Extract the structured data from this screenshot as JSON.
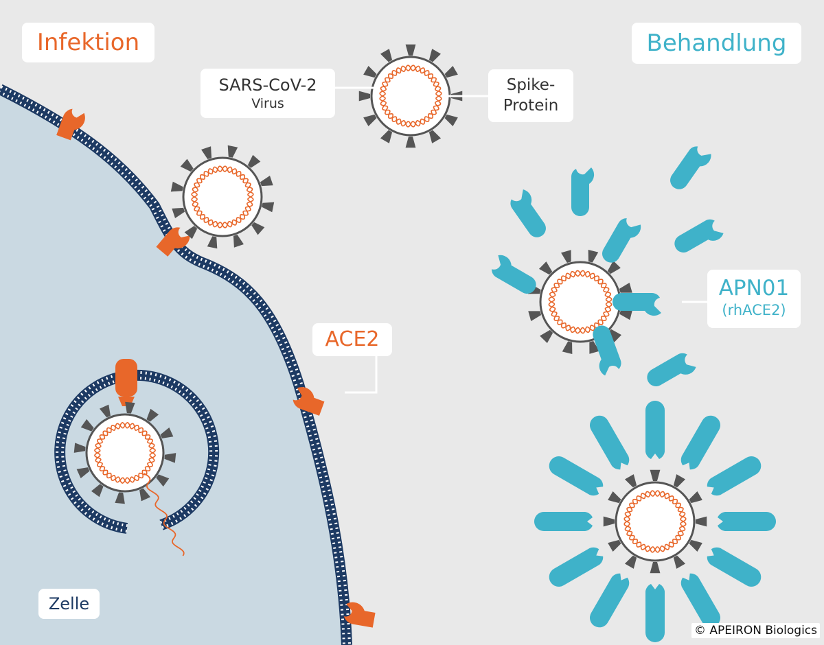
{
  "labels": {
    "infektion": "Infektion",
    "behandlung": "Behandlung",
    "sars_line1": "SARS-CoV-2",
    "sars_line2": "Virus",
    "spike_line1": "Spike-",
    "spike_line2": "Protein",
    "ace2": "ACE2",
    "apn_line1": "APN01",
    "apn_line2": "(rhACE2)",
    "zelle": "Zelle",
    "copyright": "© APEIRON Biologics"
  },
  "colors": {
    "background": "#e9e9e9",
    "cell_fill": "#cad9e2",
    "membrane_dark": "#1d3a63",
    "membrane_light": "#ffffff",
    "ace2_orange": "#e8672a",
    "rhace2_teal": "#3fb2c9",
    "spike_gray": "#555555",
    "rna_orange": "#e8672a",
    "label_bg": "#ffffff"
  },
  "icons": {
    "virus": "virus-icon",
    "ace2_receptor": "ace2-receptor-icon",
    "rhace2_molecule": "rhace2-icon",
    "rna": "rna-strand-icon"
  }
}
